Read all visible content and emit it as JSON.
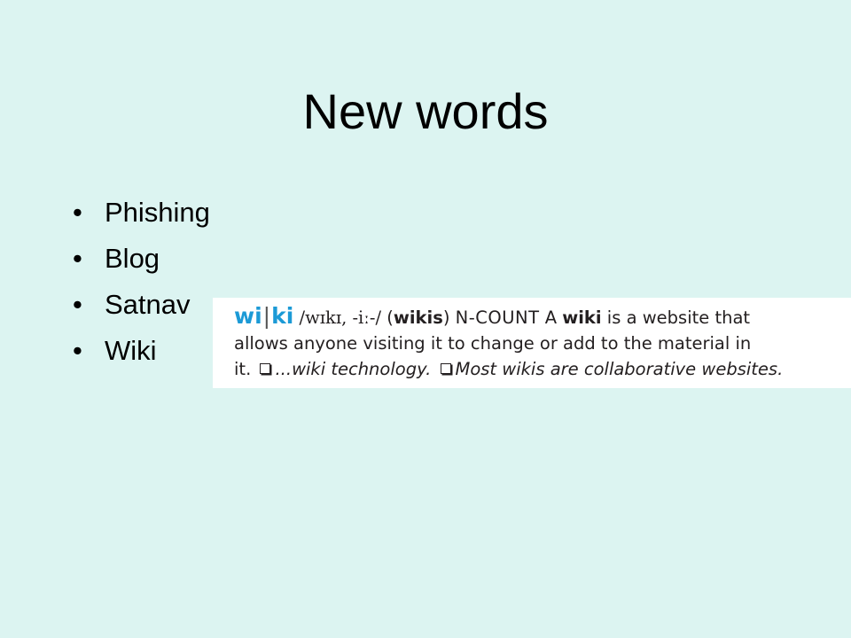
{
  "slide": {
    "title": "New words",
    "bullets": [
      {
        "text": "Phishing"
      },
      {
        "text": "Blog"
      },
      {
        "text": "Satnav"
      },
      {
        "text": "Wiki"
      }
    ]
  },
  "dictionary": {
    "headword_first": "wi",
    "headword_second": "ki",
    "pronunciation": "/wɪkɪ, -iː-/",
    "plural_open": "(",
    "plural": "wikis",
    "plural_close": ")",
    "pos": "N-COUNT",
    "def_a": "A",
    "def_term": "wiki",
    "def_rest_line1": "is a website that",
    "def_line2": "allows anyone visiting it to change or add to the material in",
    "def_line3_start": "it.",
    "example1": "...wiki technology.",
    "example2": "Most wikis are collaborative websites."
  },
  "colors": {
    "background": "#dcf4f1",
    "headword": "#1c9ad6",
    "card": "#ffffff"
  }
}
